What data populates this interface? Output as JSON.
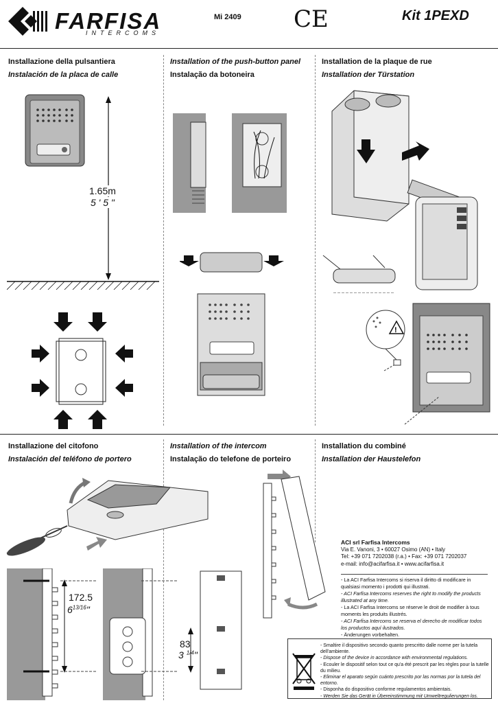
{
  "header": {
    "brand": "FARFISA",
    "brand_sub": "INTERCOMS",
    "doc_code": "Mi 2409",
    "ce_mark": "CE",
    "kit_title": "Kit 1PEXD"
  },
  "sections": {
    "panel_it": "Installazione della pulsantiera",
    "panel_es": "Instalación de la placa de calle",
    "panel_en": "Installation of the push-button panel",
    "panel_pt": "Instalação da botoneira",
    "panel_fr": "Installation de la plaque de rue",
    "panel_de": "Installation der Türstation",
    "intercom_it": "Installazione del citofono",
    "intercom_es": "Instalación del teléfono de portero",
    "intercom_en": "Installation of the intercom",
    "intercom_pt": "Instalação do telefone de porteiro",
    "intercom_fr": "Installation du combiné",
    "intercom_de": "Installation der Haustelefon"
  },
  "measures": {
    "height_m": "1.65m",
    "height_ft": "5 ' 5 \"",
    "spacing_mm": "172.5",
    "spacing_in": "6",
    "spacing_in_frac": "13/16",
    "spacing_in_unit": "\"",
    "offset_mm": "83",
    "offset_in": "3",
    "offset_in_frac": "1/4",
    "offset_in_unit": "\""
  },
  "company": {
    "name": "ACI srl Farfisa Intercoms",
    "address": "Via E. Vanoni, 3 • 60027 Osimo (AN) • Italy",
    "phone": "Tel: +39 071 7202038 (r.a.) • Fax: +39 071 7202037",
    "web": "e-mail: info@acifarfisa.it • www.acifarfisa.it"
  },
  "notes": [
    {
      "text": "- La ACI Farfisa Intercoms si riserva il diritto di modificare in qualsiasi momento i prodotti qui illustrati.",
      "italic": false
    },
    {
      "text": "- ACI Farfisa Intercoms reserves the right to modify the products illustrated at any time.",
      "italic": true
    },
    {
      "text": "- La ACI Farfisa Intercoms se réserve le droit de modifier à tous moments les produits illustrés.",
      "italic": false
    },
    {
      "text": "- ACI Farfisa Intercoms se reserva el derecho de modificar todos los productos aquí ilustrados.",
      "italic": true
    },
    {
      "text": "- Änderungen vorbehalten.",
      "italic": false
    }
  ],
  "disposal": [
    {
      "text": "- Smaltire il dispositivo secondo quanto prescritto dalle norme per la tutela dell'ambiente.",
      "italic": false
    },
    {
      "text": "- Dispose of the device in accordance with environmental regulations.",
      "italic": true
    },
    {
      "text": "- Ecouler le dispositif selon tout ce qu'a été prescrit par les règles pour la tutelle du milieu.",
      "italic": false
    },
    {
      "text": "- Eliminar el aparato según cuánto prescrito por las normas por la tutela del entorno.",
      "italic": true
    },
    {
      "text": "- Disponha do dispositivo conforme regulamentos ambientais.",
      "italic": false
    },
    {
      "text": "- Werden Sie das Gerät in Übereinstimmung mit Umweltregulierungen los.",
      "italic": true
    }
  ]
}
